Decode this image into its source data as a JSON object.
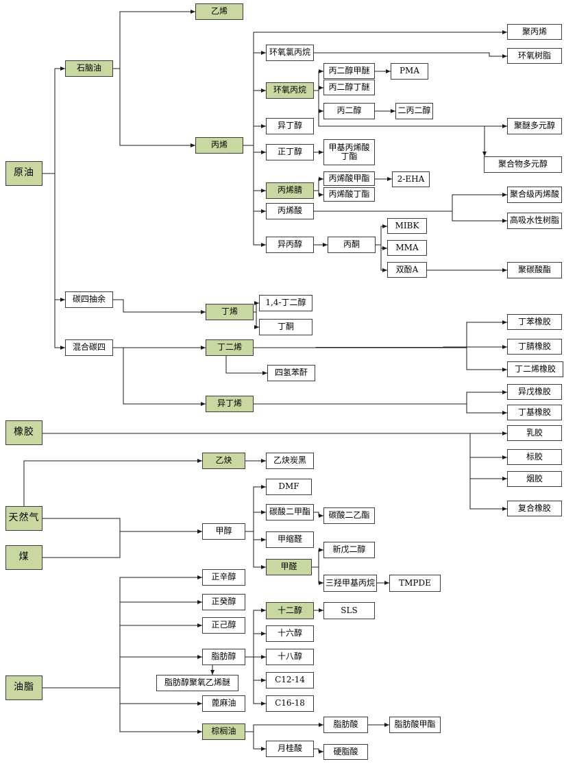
{
  "diagram": {
    "type": "flowchart",
    "colors": {
      "highlight_fill": "#c8d8a0",
      "plain_fill": "#ffffff",
      "border": "#3a3a3a",
      "line": "#1a1a1a"
    },
    "nodes": [
      {
        "id": "crude-oil",
        "label": "原油",
        "kind": "source"
      },
      {
        "id": "naphtha",
        "label": "石脑油",
        "kind": "key"
      },
      {
        "id": "ethylene",
        "label": "乙烯",
        "kind": "key"
      },
      {
        "id": "propylene",
        "label": "丙烯",
        "kind": "key"
      },
      {
        "id": "polypropylene",
        "label": "聚丙烯",
        "kind": "plain"
      },
      {
        "id": "epichlorohydrin",
        "label": "环氧氯丙烷",
        "kind": "plain"
      },
      {
        "id": "epoxy-resin",
        "label": "环氧树脂",
        "kind": "plain"
      },
      {
        "id": "pm-ether",
        "label": "丙二醇甲醚",
        "kind": "plain"
      },
      {
        "id": "pma",
        "label": "PMA",
        "kind": "plain"
      },
      {
        "id": "propylene-oxide",
        "label": "环氧丙烷",
        "kind": "key"
      },
      {
        "id": "pnb-ether",
        "label": "丙二醇丁醚",
        "kind": "plain"
      },
      {
        "id": "propylene-glycol",
        "label": "丙二醇",
        "kind": "plain"
      },
      {
        "id": "dipropylene-glycol",
        "label": "二丙二醇",
        "kind": "plain"
      },
      {
        "id": "isobutanol",
        "label": "异丁醇",
        "kind": "plain"
      },
      {
        "id": "polyether-polyol",
        "label": "聚醚多元醇",
        "kind": "plain"
      },
      {
        "id": "n-butanol",
        "label": "正丁醇",
        "kind": "plain"
      },
      {
        "id": "butyl-methacrylate",
        "label": "甲基丙烯酸丁酯",
        "kind": "plain"
      },
      {
        "id": "polymer-polyol",
        "label": "聚合物多元醇",
        "kind": "plain"
      },
      {
        "id": "acrylonitrile",
        "label": "丙烯腈",
        "kind": "key"
      },
      {
        "id": "methyl-acrylate",
        "label": "丙烯酸甲酯",
        "kind": "plain"
      },
      {
        "id": "eha",
        "label": "2-EHA",
        "kind": "plain"
      },
      {
        "id": "butyl-acrylate",
        "label": "丙烯酸丁酯",
        "kind": "plain"
      },
      {
        "id": "acrylic-acid",
        "label": "丙烯酸",
        "kind": "plain"
      },
      {
        "id": "polymer-grade-acrylic-acid",
        "label": "聚合级丙烯酸",
        "kind": "plain"
      },
      {
        "id": "sap",
        "label": "高吸水性树脂",
        "kind": "plain"
      },
      {
        "id": "isopropanol",
        "label": "异丙醇",
        "kind": "plain"
      },
      {
        "id": "acetone",
        "label": "丙酮",
        "kind": "plain"
      },
      {
        "id": "mibk",
        "label": "MIBK",
        "kind": "plain"
      },
      {
        "id": "mma",
        "label": "MMA",
        "kind": "plain"
      },
      {
        "id": "bisphenol-a",
        "label": "双酚A",
        "kind": "plain"
      },
      {
        "id": "polycarbonate",
        "label": "聚碳酸酯",
        "kind": "plain"
      },
      {
        "id": "c4-raffinate",
        "label": "碳四抽余",
        "kind": "plain"
      },
      {
        "id": "mixed-c4",
        "label": "混合碳四",
        "kind": "plain"
      },
      {
        "id": "butene",
        "label": "丁烯",
        "kind": "key"
      },
      {
        "id": "bdo",
        "label": "1,4-丁二醇",
        "kind": "plain"
      },
      {
        "id": "mek",
        "label": "丁酮",
        "kind": "plain"
      },
      {
        "id": "butadiene",
        "label": "丁二烯",
        "kind": "key"
      },
      {
        "id": "thpa",
        "label": "四氢苯酐",
        "kind": "plain"
      },
      {
        "id": "sbr",
        "label": "丁苯橡胶",
        "kind": "plain"
      },
      {
        "id": "nbr",
        "label": "丁腈橡胶",
        "kind": "plain"
      },
      {
        "id": "br",
        "label": "丁二烯橡胶",
        "kind": "plain"
      },
      {
        "id": "isobutylene",
        "label": "异丁烯",
        "kind": "key"
      },
      {
        "id": "ir",
        "label": "异戊橡胶",
        "kind": "plain"
      },
      {
        "id": "iir",
        "label": "丁基橡胶",
        "kind": "plain"
      },
      {
        "id": "rubber",
        "label": "橡胶",
        "kind": "source"
      },
      {
        "id": "latex",
        "label": "乳胶",
        "kind": "plain"
      },
      {
        "id": "tsr",
        "label": "标胶",
        "kind": "plain"
      },
      {
        "id": "rss",
        "label": "烟胶",
        "kind": "plain"
      },
      {
        "id": "compound-rubber",
        "label": "复合橡胶",
        "kind": "plain"
      },
      {
        "id": "acetylene",
        "label": "乙炔",
        "kind": "key"
      },
      {
        "id": "acetylene-black",
        "label": "乙炔炭黑",
        "kind": "plain"
      },
      {
        "id": "natural-gas",
        "label": "天然气",
        "kind": "source"
      },
      {
        "id": "dmf",
        "label": "DMF",
        "kind": "plain"
      },
      {
        "id": "dmc",
        "label": "碳酸二甲酯",
        "kind": "plain"
      },
      {
        "id": "dec",
        "label": "碳酸二乙酯",
        "kind": "plain"
      },
      {
        "id": "methanol",
        "label": "甲醇",
        "kind": "plain"
      },
      {
        "id": "methylal",
        "label": "甲缩醛",
        "kind": "plain"
      },
      {
        "id": "coal",
        "label": "煤",
        "kind": "source"
      },
      {
        "id": "npg",
        "label": "新戊二醇",
        "kind": "plain"
      },
      {
        "id": "formaldehyde",
        "label": "甲醛",
        "kind": "key"
      },
      {
        "id": "tmp",
        "label": "三羟甲基丙烷",
        "kind": "plain"
      },
      {
        "id": "tmpde",
        "label": "TMPDE",
        "kind": "plain"
      },
      {
        "id": "n-octanol",
        "label": "正辛醇",
        "kind": "plain"
      },
      {
        "id": "n-decanol",
        "label": "正癸醇",
        "kind": "plain"
      },
      {
        "id": "lauryl-alcohol",
        "label": "十二醇",
        "kind": "key"
      },
      {
        "id": "sls",
        "label": "SLS",
        "kind": "plain"
      },
      {
        "id": "n-hexanol",
        "label": "正己醇",
        "kind": "plain"
      },
      {
        "id": "cetyl-alcohol",
        "label": "十六醇",
        "kind": "plain"
      },
      {
        "id": "fatty-alcohol",
        "label": "脂肪醇",
        "kind": "plain"
      },
      {
        "id": "stearyl-alcohol",
        "label": "十八醇",
        "kind": "plain"
      },
      {
        "id": "oils",
        "label": "油脂",
        "kind": "source"
      },
      {
        "id": "c12-14",
        "label": "C12-14",
        "kind": "plain"
      },
      {
        "id": "aeo",
        "label": "脂肪醇聚氧乙烯醚",
        "kind": "plain"
      },
      {
        "id": "castor-oil",
        "label": "蓖麻油",
        "kind": "plain"
      },
      {
        "id": "c16-18",
        "label": "C16-18",
        "kind": "plain"
      },
      {
        "id": "fatty-acid",
        "label": "脂肪酸",
        "kind": "plain"
      },
      {
        "id": "fame",
        "label": "脂肪酸甲酯",
        "kind": "plain"
      },
      {
        "id": "palm-oil",
        "label": "棕榈油",
        "kind": "key"
      },
      {
        "id": "lauric-acid",
        "label": "月桂酸",
        "kind": "plain"
      },
      {
        "id": "stearic-acid",
        "label": "硬脂酸",
        "kind": "plain"
      }
    ],
    "edges": [
      {
        "from": "crude-oil",
        "to": "naphtha"
      },
      {
        "from": "crude-oil",
        "to": "c4-raffinate"
      },
      {
        "from": "crude-oil",
        "to": "mixed-c4"
      },
      {
        "from": "naphtha",
        "to": "ethylene"
      },
      {
        "from": "naphtha",
        "to": "propylene"
      },
      {
        "from": "propylene",
        "to": "polypropylene"
      },
      {
        "from": "propylene",
        "to": "epichlorohydrin"
      },
      {
        "from": "propylene",
        "to": "propylene-oxide"
      },
      {
        "from": "propylene",
        "to": "isobutanol"
      },
      {
        "from": "propylene",
        "to": "n-butanol"
      },
      {
        "from": "propylene",
        "to": "acrylonitrile"
      },
      {
        "from": "propylene",
        "to": "acrylic-acid"
      },
      {
        "from": "propylene",
        "to": "isopropanol"
      },
      {
        "from": "epichlorohydrin",
        "to": "epoxy-resin"
      },
      {
        "from": "propylene-oxide",
        "to": "pm-ether"
      },
      {
        "from": "propylene-oxide",
        "to": "pnb-ether"
      },
      {
        "from": "propylene-oxide",
        "to": "propylene-glycol"
      },
      {
        "from": "propylene-oxide",
        "to": "polyether-polyol"
      },
      {
        "from": "propylene-oxide",
        "to": "polymer-polyol"
      },
      {
        "from": "pm-ether",
        "to": "pma"
      },
      {
        "from": "propylene-glycol",
        "to": "dipropylene-glycol"
      },
      {
        "from": "n-butanol",
        "to": "butyl-methacrylate"
      },
      {
        "from": "acrylonitrile",
        "to": "methyl-acrylate"
      },
      {
        "from": "acrylonitrile",
        "to": "butyl-acrylate"
      },
      {
        "from": "methyl-acrylate",
        "to": "eha"
      },
      {
        "from": "acrylic-acid",
        "to": "polymer-grade-acrylic-acid"
      },
      {
        "from": "acrylic-acid",
        "to": "sap"
      },
      {
        "from": "isopropanol",
        "to": "acetone"
      },
      {
        "from": "acetone",
        "to": "mibk"
      },
      {
        "from": "acetone",
        "to": "mma"
      },
      {
        "from": "acetone",
        "to": "bisphenol-a"
      },
      {
        "from": "bisphenol-a",
        "to": "polycarbonate"
      },
      {
        "from": "c4-raffinate",
        "to": "butene"
      },
      {
        "from": "mixed-c4",
        "to": "butadiene"
      },
      {
        "from": "mixed-c4",
        "to": "isobutylene"
      },
      {
        "from": "butene",
        "to": "bdo"
      },
      {
        "from": "butene",
        "to": "mek"
      },
      {
        "from": "butadiene",
        "to": "thpa"
      },
      {
        "from": "butadiene",
        "to": "sbr"
      },
      {
        "from": "butadiene",
        "to": "nbr"
      },
      {
        "from": "butadiene",
        "to": "br"
      },
      {
        "from": "isobutylene",
        "to": "ir"
      },
      {
        "from": "isobutylene",
        "to": "iir"
      },
      {
        "from": "rubber",
        "to": "latex"
      },
      {
        "from": "rubber",
        "to": "tsr"
      },
      {
        "from": "rubber",
        "to": "rss"
      },
      {
        "from": "rubber",
        "to": "compound-rubber"
      },
      {
        "from": "natural-gas",
        "to": "acetylene"
      },
      {
        "from": "acetylene",
        "to": "acetylene-black"
      },
      {
        "from": "natural-gas",
        "to": "methanol"
      },
      {
        "from": "coal",
        "to": "methanol"
      },
      {
        "from": "methanol",
        "to": "dmf"
      },
      {
        "from": "methanol",
        "to": "dmc"
      },
      {
        "from": "methanol",
        "to": "methylal"
      },
      {
        "from": "methanol",
        "to": "formaldehyde"
      },
      {
        "from": "dmc",
        "to": "dec"
      },
      {
        "from": "formaldehyde",
        "to": "npg"
      },
      {
        "from": "formaldehyde",
        "to": "tmp"
      },
      {
        "from": "tmp",
        "to": "tmpde"
      },
      {
        "from": "oils",
        "to": "n-octanol"
      },
      {
        "from": "oils",
        "to": "n-decanol"
      },
      {
        "from": "oils",
        "to": "n-hexanol"
      },
      {
        "from": "oils",
        "to": "fatty-alcohol"
      },
      {
        "from": "oils",
        "to": "castor-oil"
      },
      {
        "from": "oils",
        "to": "palm-oil"
      },
      {
        "from": "fatty-alcohol",
        "to": "aeo"
      },
      {
        "from": "fatty-alcohol",
        "to": "lauryl-alcohol"
      },
      {
        "from": "fatty-alcohol",
        "to": "cetyl-alcohol"
      },
      {
        "from": "fatty-alcohol",
        "to": "stearyl-alcohol"
      },
      {
        "from": "fatty-alcohol",
        "to": "c12-14"
      },
      {
        "from": "fatty-alcohol",
        "to": "c16-18"
      },
      {
        "from": "lauryl-alcohol",
        "to": "sls"
      },
      {
        "from": "palm-oil",
        "to": "fatty-acid"
      },
      {
        "from": "palm-oil",
        "to": "lauric-acid"
      },
      {
        "from": "fatty-acid",
        "to": "fame"
      },
      {
        "from": "lauric-acid",
        "to": "stearic-acid"
      }
    ]
  }
}
